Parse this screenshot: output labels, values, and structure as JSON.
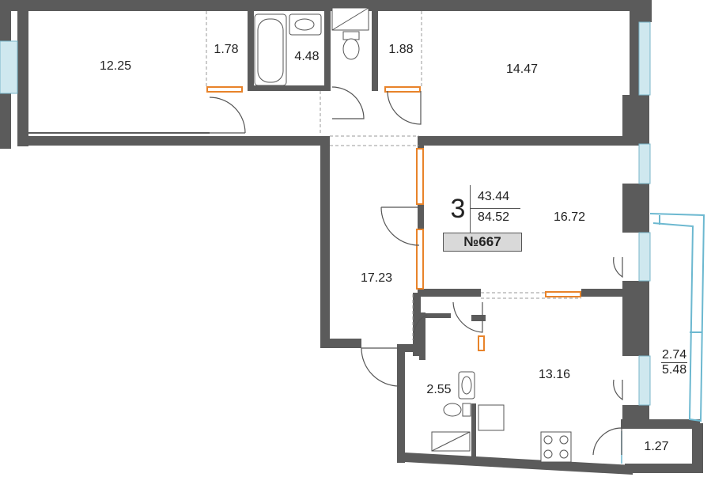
{
  "apartment": {
    "rooms": "3",
    "living_area": "43.44",
    "total_area": "84.52",
    "number": "№667"
  },
  "rooms": [
    {
      "id": "bedroom-1",
      "area": "12.25"
    },
    {
      "id": "closet-1",
      "area": "1.78"
    },
    {
      "id": "bathroom",
      "area": "4.48"
    },
    {
      "id": "closet-2",
      "area": "1.88"
    },
    {
      "id": "bedroom-2",
      "area": "14.47"
    },
    {
      "id": "living-room",
      "area": "16.72"
    },
    {
      "id": "hallway",
      "area": "17.23"
    },
    {
      "id": "kitchen",
      "area": "13.16"
    },
    {
      "id": "wc",
      "area": "2.55"
    },
    {
      "id": "balcony",
      "area": "1.27"
    }
  ],
  "loggia": {
    "area_reduced": "2.74",
    "area_full": "5.48"
  },
  "colors": {
    "wall": "#5a5a5a",
    "window": "#a8d8e8",
    "accent": "#e8832a",
    "badge_bg": "#d9d9d9"
  }
}
